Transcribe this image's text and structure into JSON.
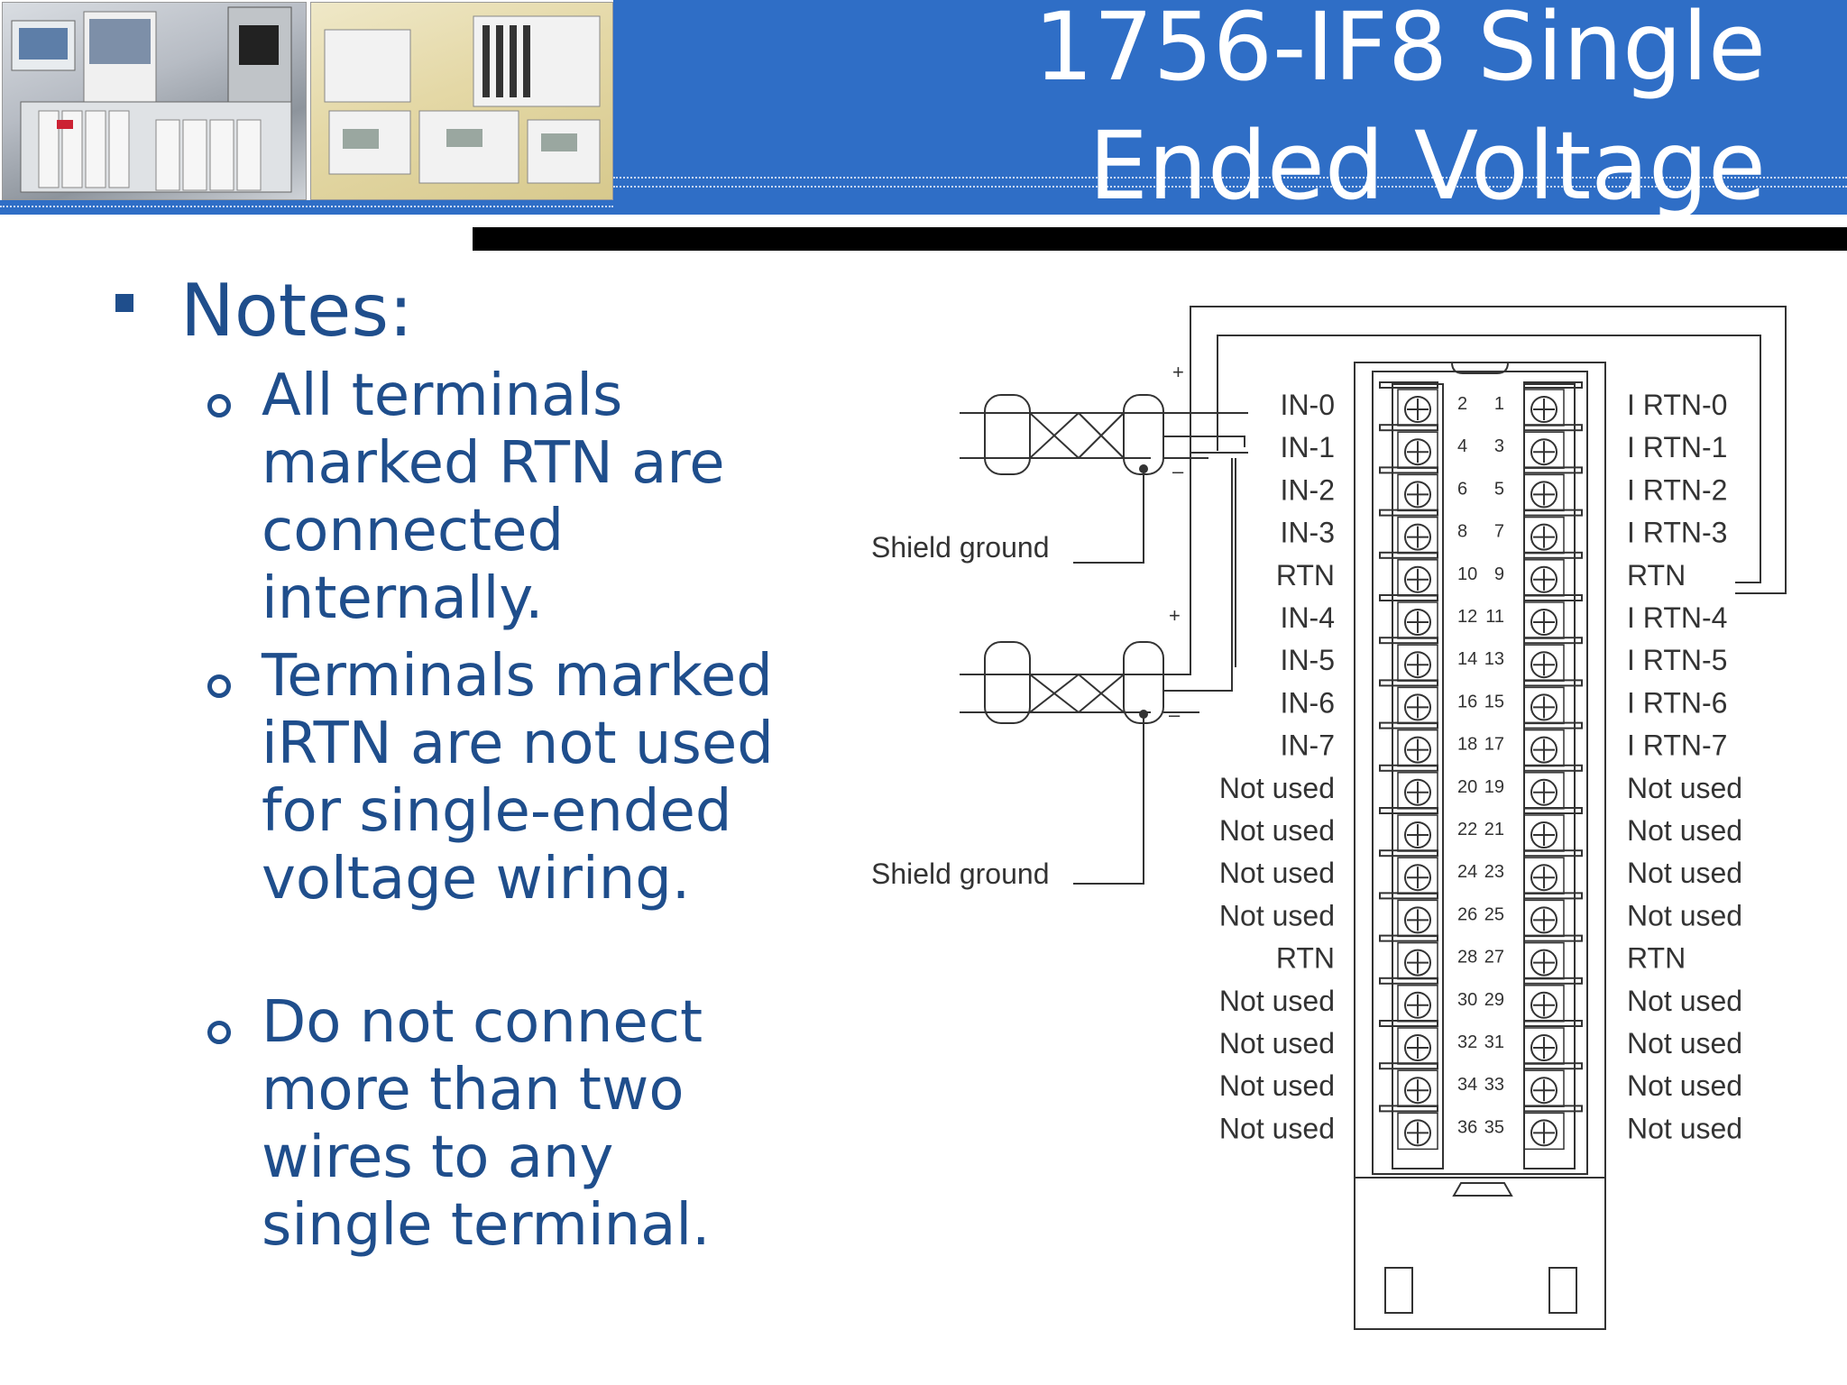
{
  "slide": {
    "title_line1": "1756-IF8 Single",
    "title_line2": "Ended Voltage",
    "notes_heading": "Notes:",
    "notes": [
      "All terminals marked RTN are connected internally.",
      "Terminals marked iRTN are not used for single-ended voltage wiring.",
      "Do not connect more than two wires to any single terminal."
    ]
  },
  "diagram": {
    "shield_label": "Shield ground",
    "plus": "+",
    "minus": "–",
    "left_labels": [
      "IN-0",
      "IN-1",
      "IN-2",
      "IN-3",
      "RTN",
      "IN-4",
      "IN-5",
      "IN-6",
      "IN-7",
      "Not used",
      "Not used",
      "Not used",
      "Not used",
      "RTN",
      "Not used",
      "Not used",
      "Not used",
      "Not used"
    ],
    "left_numbers": [
      "2",
      "4",
      "6",
      "8",
      "10",
      "12",
      "14",
      "16",
      "18",
      "20",
      "22",
      "24",
      "26",
      "28",
      "30",
      "32",
      "34",
      "36"
    ],
    "right_numbers": [
      "1",
      "3",
      "5",
      "7",
      "9",
      "11",
      "13",
      "15",
      "17",
      "19",
      "21",
      "23",
      "25",
      "27",
      "29",
      "31",
      "33",
      "35"
    ],
    "right_labels": [
      "I RTN-0",
      "I RTN-1",
      "I RTN-2",
      "I RTN-3",
      "RTN",
      "I RTN-4",
      "I RTN-5",
      "I RTN-6",
      "I RTN-7",
      "Not used",
      "Not used",
      "Not used",
      "Not used",
      "RTN",
      "Not used",
      "Not used",
      "Not used",
      "Not used"
    ]
  },
  "colors": {
    "header_blue": "#2f6ec6",
    "text_blue": "#1f4e8c"
  }
}
